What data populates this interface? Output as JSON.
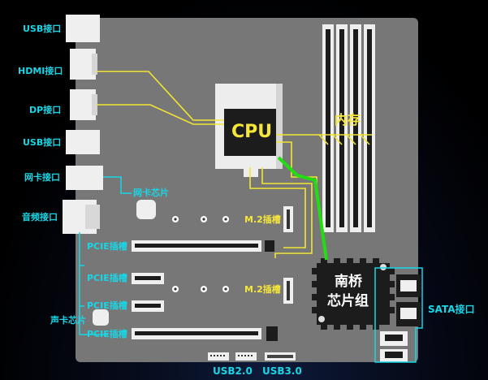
{
  "colors": {
    "board": "#777777",
    "port": "#efefef",
    "cyan_label": "#18d6e6",
    "yellow_label": "#f6e63a",
    "green_link": "#22dd11",
    "chip_dark": "#1c1c1c"
  },
  "ports": {
    "usb_top": "USB接口",
    "hdmi": "HDMI接口",
    "dp": "DP接口",
    "usb_mid": "USB接口",
    "nic": "网卡接口",
    "audio": "音频接口"
  },
  "chips": {
    "nic_chip": "网卡芯片",
    "sound_chip": "声卡芯片"
  },
  "slots": {
    "pcie": [
      "PCIE插槽",
      "PCIE插槽",
      "PCIE插槽",
      "PCIE插槽"
    ],
    "m2": [
      "M.2插槽",
      "M.2插槽"
    ]
  },
  "cpu": {
    "label": "CPU"
  },
  "memory": {
    "label": "内存"
  },
  "southbridge": {
    "line1": "南桥",
    "line2": "芯片组"
  },
  "sata": {
    "label": "SATA接口"
  },
  "bottom": {
    "usb2": "USB2.0",
    "usb3": "USB3.0"
  }
}
